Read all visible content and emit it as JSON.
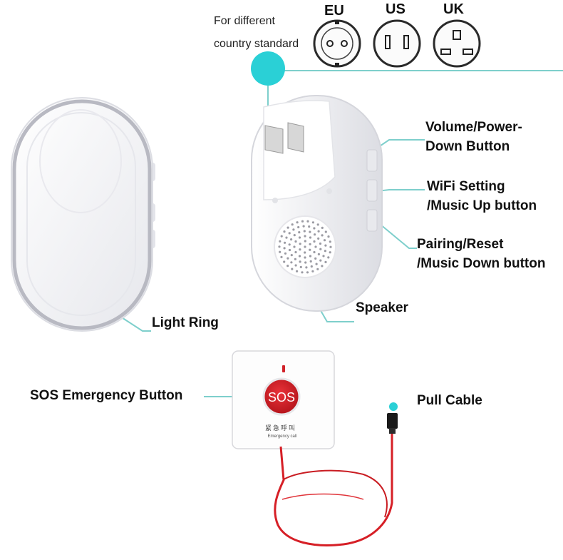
{
  "standard_note": [
    "For different",
    "country standard"
  ],
  "plugs": [
    {
      "label": "EU",
      "icon": "eu-socket-icon"
    },
    {
      "label": "US",
      "icon": "us-socket-icon"
    },
    {
      "label": "UK",
      "icon": "uk-socket-icon"
    }
  ],
  "callouts": {
    "volume": [
      "Volume/Power-",
      "Down Button"
    ],
    "wifi": [
      "WiFi Setting",
      "/Music Up button"
    ],
    "pairing": [
      "Pairing/Reset",
      "/Music Down button"
    ],
    "speaker": "Speaker",
    "light_ring": "Light Ring",
    "sos_button": "SOS Emergency Button",
    "pull_cable": "Pull Cable"
  },
  "sos_device": {
    "button_text": "SOS",
    "chinese_text": "紧急呼叫",
    "english_text": "Emergency call"
  },
  "colors": {
    "leader_line": "#7ecfcc",
    "leader_dot": "#2ad0d6",
    "cable": "#d61f26",
    "sos_red": "#d1232a"
  }
}
